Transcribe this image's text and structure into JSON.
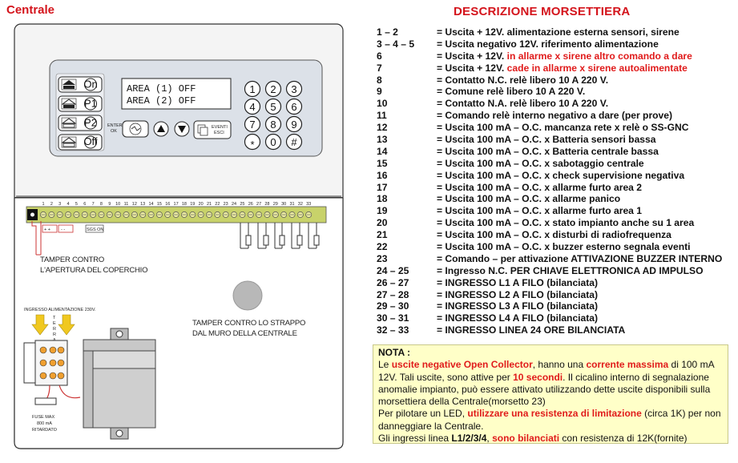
{
  "titles": {
    "left": "Centrale",
    "right": "DESCRIZIONE MORSETTIERA"
  },
  "panel": {
    "lcd_lines": [
      "AREA (1) OFF",
      "AREA (2) OFF"
    ],
    "mode_buttons": [
      "On",
      "P1",
      "P2",
      "Off"
    ],
    "enter_label": [
      "ENTER",
      "OK"
    ],
    "eventi_label": [
      "EVENTI",
      "ESCI"
    ],
    "keys": [
      "1",
      "2",
      "3",
      "4",
      "5",
      "6",
      "7",
      "8",
      "9",
      "*",
      "0",
      "#"
    ],
    "terminal_numbers": [
      "1",
      "2",
      "3",
      "4",
      "5",
      "6",
      "7",
      "8",
      "9",
      "10",
      "11",
      "12",
      "13",
      "14",
      "15",
      "16",
      "17",
      "18",
      "19",
      "20",
      "21",
      "22",
      "23",
      "24",
      "25",
      "26",
      "27",
      "28",
      "29",
      "30",
      "31",
      "32",
      "33"
    ],
    "small_labels": [
      "+  +",
      "-  -",
      "SGS ON"
    ],
    "tamper_cover": [
      "TAMPER CONTRO",
      "L'APERTURA DEL COPERCHIO"
    ],
    "tamper_wall": [
      "TAMPER CONTRO LO STRAPPO",
      "DAL MURO DELLA CENTRALE"
    ],
    "power_input": "INGRESSO ALIMENTAZIONE 230V.",
    "terra": [
      "T",
      "E",
      "R",
      "R",
      "A"
    ],
    "fuse": [
      "FUSE MAX",
      "800 mA",
      "RITARDATO"
    ]
  },
  "rows": [
    {
      "n": "1 – 2",
      "t": "= Uscita + 12V. alimentazione esterna sensori, sirene",
      "r": ""
    },
    {
      "n": "3 – 4 – 5",
      "t": "= Uscita negativo 12V. riferimento alimentazione",
      "r": ""
    },
    {
      "n": "6",
      "t": "= Uscita + 12V. ",
      "r": "in allarme x sirene altro comando a dare"
    },
    {
      "n": "7",
      "t": "= Uscita + 12V. ",
      "r": "cade in allarme x sirene autoalimentate"
    },
    {
      "n": "8",
      "t": "= Contatto N.C. relè libero 10 A 220 V.",
      "r": ""
    },
    {
      "n": "9",
      "t": "= Comune relè libero 10 A 220 V.",
      "r": ""
    },
    {
      "n": "10",
      "t": "= Contatto N.A. relè libero 10 A 220 V.",
      "r": ""
    },
    {
      "n": "11",
      "t": "= Comando relè interno negativo a dare (per prove)",
      "r": ""
    },
    {
      "n": "12",
      "t": "= Uscita 100 mA –  O.C. mancanza rete x relè o SS-GNC",
      "r": ""
    },
    {
      "n": "13",
      "t": "= Uscita 100 mA –  O.C. x Batteria sensori bassa",
      "r": ""
    },
    {
      "n": "14",
      "t": "= Uscita 100 mA –  O.C. x Batteria centrale bassa",
      "r": ""
    },
    {
      "n": "15",
      "t": "= Uscita 100 mA –  O.C. x sabotaggio centrale",
      "r": ""
    },
    {
      "n": "16",
      "t": "= Uscita 100 mA –  O.C. x check supervisione negativa",
      "r": ""
    },
    {
      "n": "17",
      "t": "= Uscita 100 mA –  O.C. x allarme furto area 2",
      "r": ""
    },
    {
      "n": "18",
      "t": "= Uscita 100 mA –  O.C. x allarme panico",
      "r": ""
    },
    {
      "n": "19",
      "t": "= Uscita 100 mA –  O.C. x allarme furto area 1",
      "r": ""
    },
    {
      "n": "20",
      "t": "= Uscita 100 mA –  O.C. x stato impianto anche su 1 area",
      "r": ""
    },
    {
      "n": "21",
      "t": "= Uscita 100 mA –  O.C. x disturbi di radiofrequenza",
      "r": ""
    },
    {
      "n": "22",
      "t": "= Uscita 100 mA –  O.C. x buzzer esterno segnala eventi",
      "r": ""
    },
    {
      "n": "23",
      "t": "= Comando – per attivazione ATTIVAZIONE BUZZER INTERNO",
      "r": ""
    },
    {
      "n": "24 – 25",
      "t": "= Ingresso N.C. PER CHIAVE ELETTRONICA AD IMPULSO",
      "r": ""
    },
    {
      "n": "26 – 27",
      "t": "= INGRESSO L1 A FILO (bilanciata)",
      "r": ""
    },
    {
      "n": "27 – 28",
      "t": "= INGRESSO L2 A FILO (bilanciata)",
      "r": ""
    },
    {
      "n": "29 – 30",
      "t": "= INGRESSO L3 A FILO (bilanciata)",
      "r": ""
    },
    {
      "n": "30 – 31",
      "t": "= INGRESSO L4 A FILO (bilanciata)",
      "r": ""
    },
    {
      "n": "32 – 33",
      "t": "= INGRESSO LINEA 24 ORE BILANCIATA",
      "r": ""
    }
  ],
  "nota": {
    "title": "NOTA :",
    "p1_a": "Le ",
    "p1_b": "uscite negative Open Collector",
    "p1_c": ", hanno una ",
    "p1_d": "corrente massima",
    "p1_e": " di 100  mA 12V. Tali uscite, sono attive per ",
    "p1_f": "10 secondi",
    "p1_g": ". Il cicalino interno di segnalazione anomalie impianto, può essere attivato utilizzando dette uscite disponibili sulla morsettiera della Centrale(morsetto 23)",
    "p2_a": "Per pilotare un LED, ",
    "p2_b": "utilizzare una resistenza di limitazione",
    "p2_c": " (circa 1K) per non danneggiare la Centrale.",
    "p3_a": "Gli ingressi linea ",
    "p3_b": "L1/2/3/4",
    "p3_c": ", ",
    "p3_d": "sono bilanciati",
    "p3_e": " con resistenza di 12K(fornite)"
  }
}
